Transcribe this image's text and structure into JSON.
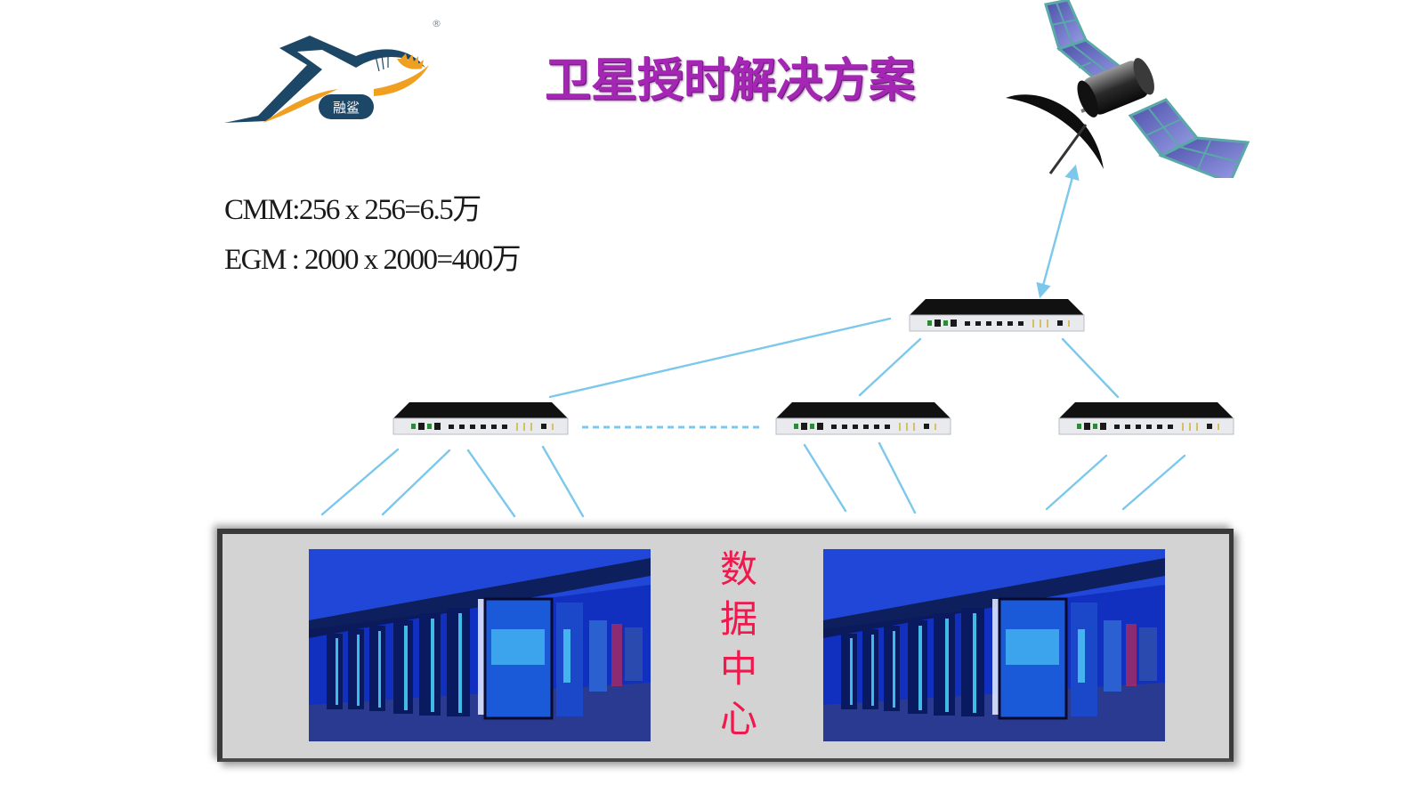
{
  "header": {
    "title": "卫星授时解决方案",
    "logo": {
      "text": "融鲨",
      "registered_mark": "®"
    }
  },
  "specs": [
    {
      "label": "CMM:256 x 256=6.5万"
    },
    {
      "label": "EGM : 2000 x 2000=400万"
    }
  ],
  "diagram": {
    "nodes": [
      {
        "id": "satellite",
        "icon": "satellite-icon"
      },
      {
        "id": "master-clock",
        "icon": "rack-server-icon"
      },
      {
        "id": "slave-clock-left",
        "icon": "rack-server-icon"
      },
      {
        "id": "slave-clock-middle",
        "icon": "rack-server-icon"
      },
      {
        "id": "slave-clock-right",
        "icon": "rack-server-icon"
      },
      {
        "id": "data-center",
        "icon": "data-center-photo"
      }
    ],
    "edges": [
      {
        "from": "satellite",
        "to": "master-clock",
        "style": "double-arrow"
      },
      {
        "from": "master-clock",
        "to": "slave-clock-left",
        "style": "solid"
      },
      {
        "from": "master-clock",
        "to": "slave-clock-middle",
        "style": "solid"
      },
      {
        "from": "master-clock",
        "to": "slave-clock-right",
        "style": "solid"
      },
      {
        "from": "slave-clock-left",
        "to": "slave-clock-middle",
        "style": "dashed"
      },
      {
        "from": "slave-clock-left",
        "to": "data-center",
        "style": "solid",
        "count": 4
      },
      {
        "from": "slave-clock-middle",
        "to": "data-center",
        "style": "solid",
        "count": 2
      },
      {
        "from": "slave-clock-right",
        "to": "data-center",
        "style": "solid",
        "count": 2
      }
    ],
    "data_center_label": [
      "数",
      "据",
      "中",
      "心"
    ]
  },
  "colors": {
    "title": "#a526b4",
    "link": "#7cc8ec",
    "data_center_label": "#f0184c",
    "frame_bg": "#d3d3d3",
    "logo_navy": "#1d4766",
    "logo_orange": "#f0a020"
  }
}
